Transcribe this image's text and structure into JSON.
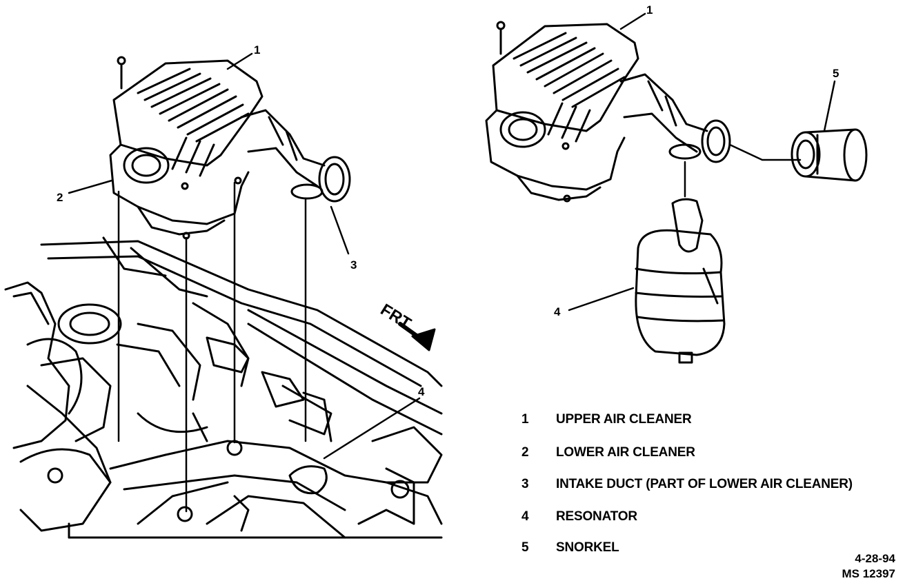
{
  "callouts": {
    "left_1": "1",
    "left_2": "2",
    "left_3": "3",
    "left_4": "4",
    "right_1": "1",
    "right_4": "4",
    "right_5": "5"
  },
  "direction_label": "FRT",
  "legend": [
    {
      "number": "1",
      "text": "UPPER AIR CLEANER"
    },
    {
      "number": "2",
      "text": "LOWER AIR CLEANER"
    },
    {
      "number": "3",
      "text": "INTAKE DUCT (PART OF LOWER AIR CLEANER)"
    },
    {
      "number": "4",
      "text": "RESONATOR"
    },
    {
      "number": "5",
      "text": "SNORKEL"
    }
  ],
  "stamp": {
    "date": "4-28-94",
    "code": "MS 12397"
  }
}
